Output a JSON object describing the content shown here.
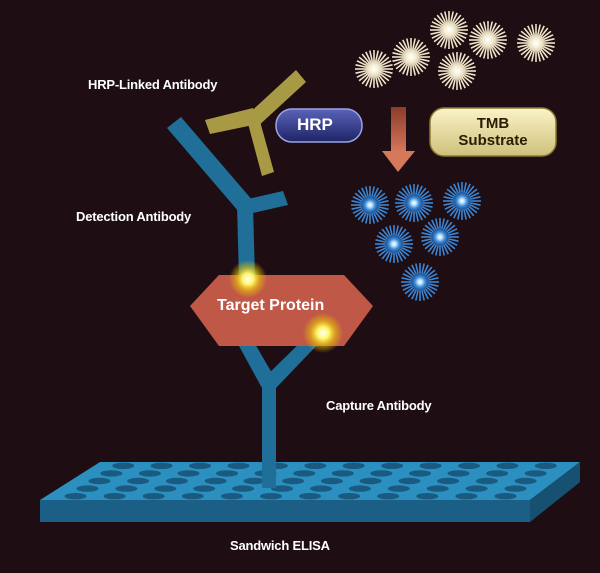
{
  "labels": {
    "hrp_linked_antibody": "HRP-Linked Antibody",
    "detection_antibody": "Detection Antibody",
    "target_protein": "Target Protein",
    "capture_antibody": "Capture Antibody",
    "sandwich_elisa": "Sandwich ELISA",
    "hrp": "HRP",
    "tmb_line1": "TMB",
    "tmb_line2": "Substrate"
  },
  "colors": {
    "background": "#1e0e14",
    "antibody_blue": "#1f6f99",
    "plate_blue": "#2b8fbf",
    "hrp_antibody_gold": "#a89a45",
    "target_protein": "#c05848",
    "hrp_badge": "#2a2f78",
    "tmb_badge": "#e8dba0",
    "arrow": "#c86a4a",
    "substrate_particle": "#f3ecd4",
    "product_particle": "#3b86d6",
    "binding_glow": "#fff33a"
  }
}
